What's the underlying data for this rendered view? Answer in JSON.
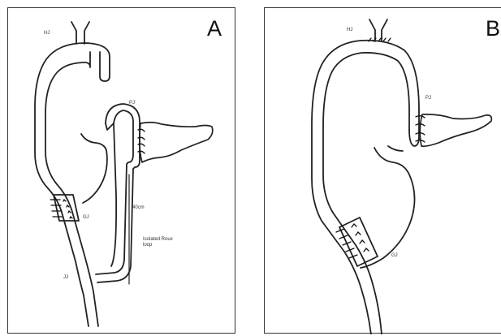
{
  "panels": [
    {
      "letter": "A",
      "labels": {
        "hj": "HJ",
        "pj": "PJ",
        "gj": "GJ",
        "jj": "JJ",
        "length": "40cm",
        "isolated_line1": "Isolated Roux",
        "isolated_line2": "loop"
      }
    },
    {
      "letter": "B",
      "labels": {
        "hj": "HJ",
        "pj": "PJ",
        "gj": "GJ"
      }
    }
  ]
}
